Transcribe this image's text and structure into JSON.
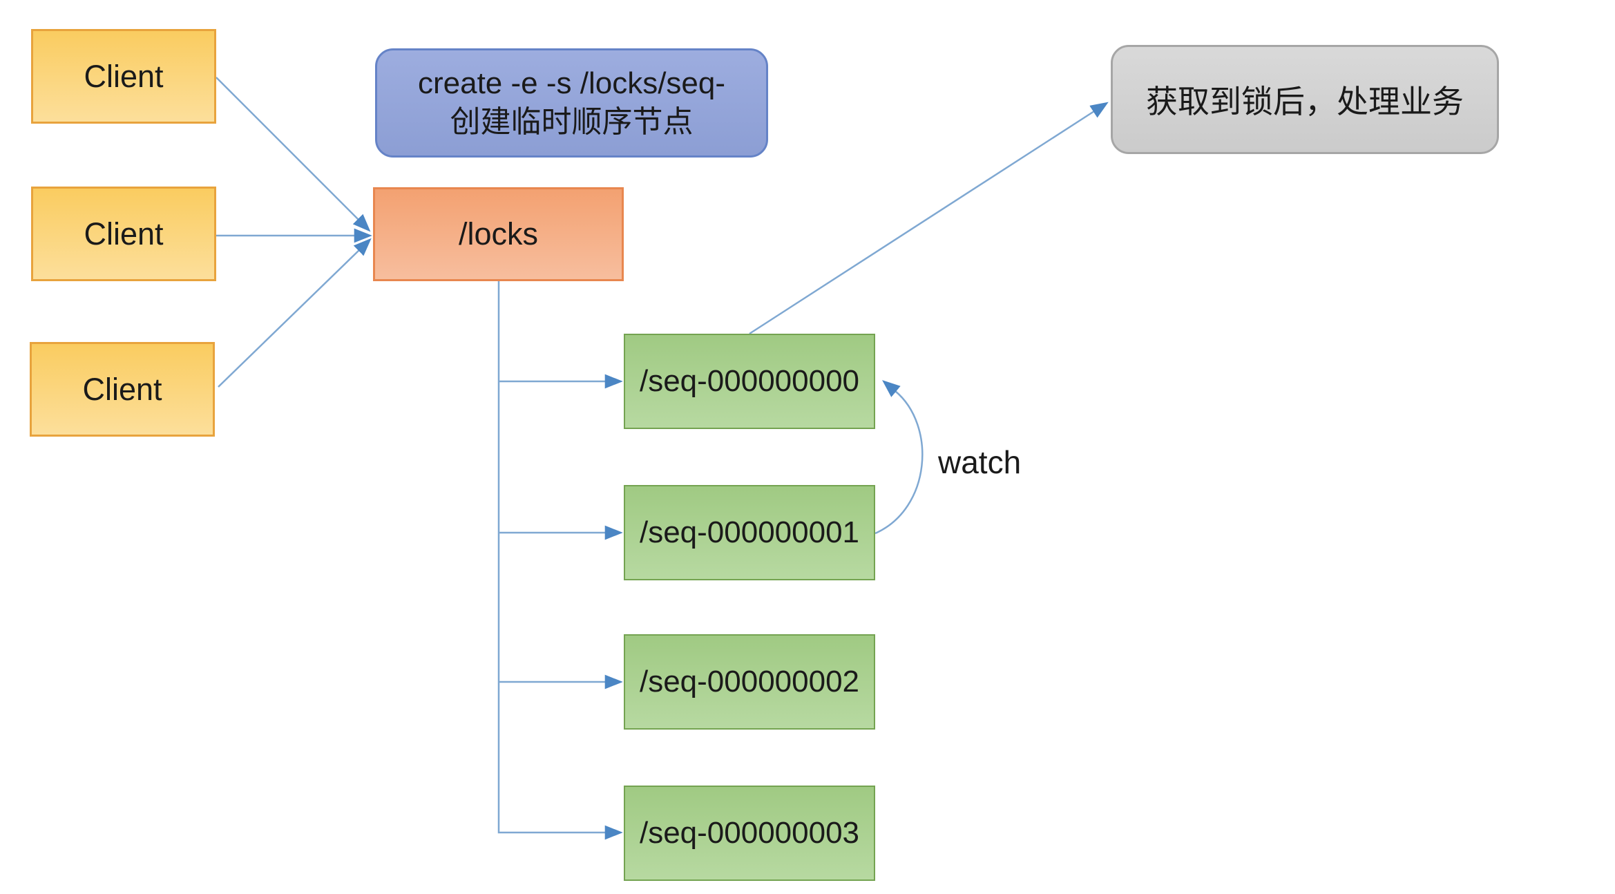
{
  "diagram": {
    "clients": [
      {
        "label": "Client"
      },
      {
        "label": "Client"
      },
      {
        "label": "Client"
      }
    ],
    "command_note": {
      "line1": "create -e -s /locks/seq-",
      "line2": "创建临时顺序节点"
    },
    "locks_node": {
      "label": "/locks"
    },
    "seq_nodes": [
      {
        "label": "/seq-000000000"
      },
      {
        "label": "/seq-000000001"
      },
      {
        "label": "/seq-000000002"
      },
      {
        "label": "/seq-000000003"
      }
    ],
    "watch_label": "watch",
    "result_note": {
      "label": "获取到锁后，处理业务"
    },
    "colors": {
      "text": "#1A1A1A",
      "client_fill_top": "#FACC60",
      "client_fill_bottom": "#FCDF9B",
      "client_border": "#E8A33D",
      "command_fill_top": "#9DADDF",
      "command_fill_bottom": "#8C9ED4",
      "command_border": "#6583C7",
      "locks_fill_top": "#F3A171",
      "locks_fill_bottom": "#F7BE9E",
      "locks_border": "#E8874F",
      "seq_fill_top": "#A0CA83",
      "seq_fill_bottom": "#B7D9A1",
      "seq_border": "#74A351",
      "note_fill_top": "#D9D9D9",
      "note_fill_bottom": "#CBCBCB",
      "note_border": "#A6A6A6",
      "connector": "#7FA8D2",
      "arrow": "#4B86C4"
    }
  }
}
